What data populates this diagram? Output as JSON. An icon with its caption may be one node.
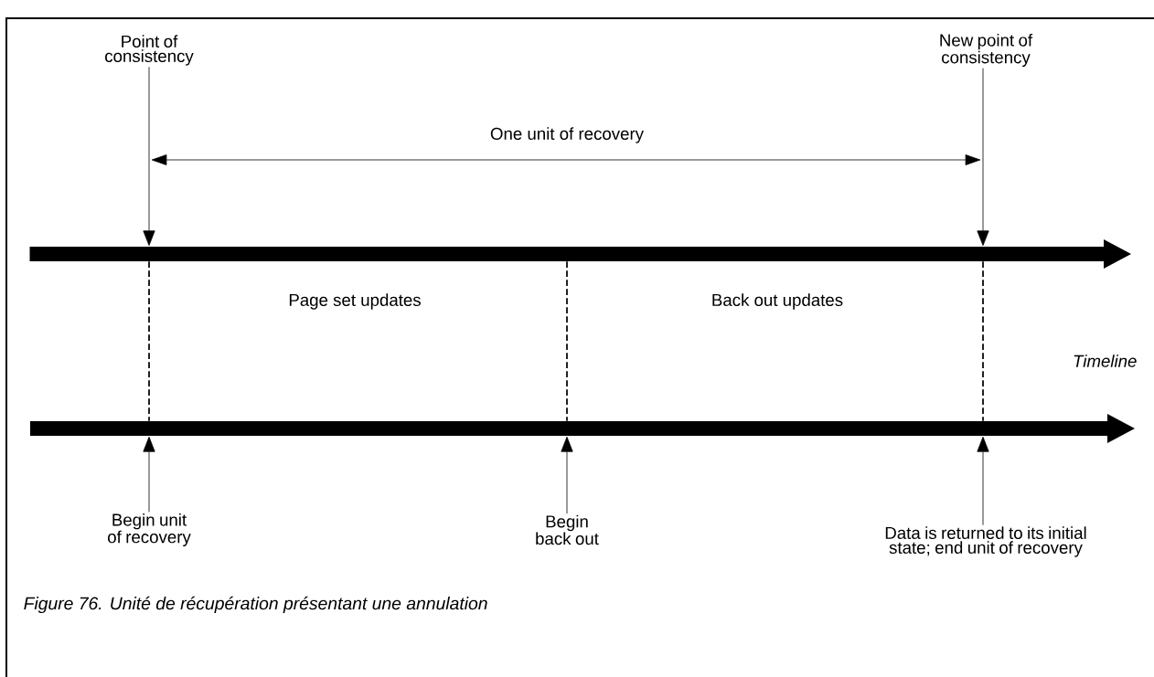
{
  "diagram": {
    "caption": "Figure 76. Unité de récupération présentant une annulation",
    "nodes": [
      {
        "text": [
          "Point of consistency"
        ]
      },
      {
        "text": [
          "New point of consistency"
        ]
      },
      {
        "text": [],
        "shape": "arrow"
      },
      {
        "text": [],
        "shape": "arrow"
      },
      {
        "text": [
          "Begin unit of recovery"
        ]
      },
      {
        "text": [
          "Begin back out"
        ]
      },
      {
        "text": [
          "Data is returned to its initial state; end unit of recovery"
        ]
      }
    ],
    "edges": [
      {
        "from": 0,
        "to": 2,
        "arrow": "to"
      },
      {
        "from": 1,
        "to": 2,
        "arrow": "to"
      },
      {
        "from": 4,
        "to": 3,
        "arrow": "to"
      },
      {
        "from": 5,
        "to": 3,
        "arrow": "to"
      },
      {
        "from": 6,
        "to": 3,
        "arrow": "to"
      },
      {
        "from": 2,
        "to": 3,
        "arrow": "none",
        "style": "dashed"
      },
      {
        "from": 2,
        "to": 3,
        "arrow": "none",
        "style": "dashed"
      },
      {
        "from": 2,
        "to": 3,
        "arrow": "none",
        "style": "dashed"
      }
    ],
    "labels": [
      "One unit of recovery",
      "Page set updates",
      "Back out updates",
      "Timeline"
    ]
  }
}
